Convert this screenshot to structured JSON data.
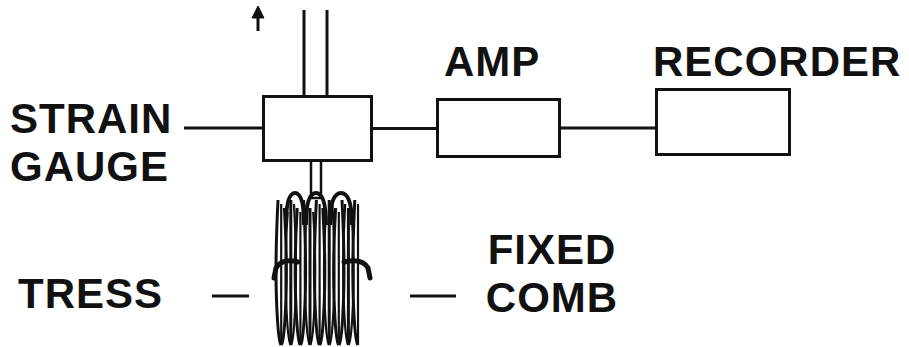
{
  "diagram": {
    "nodes": [
      {
        "text": [
          "STRAIN GAUGE"
        ]
      },
      {
        "text": [
          "AMP"
        ]
      },
      {
        "text": [
          "RECORDER"
        ]
      }
    ],
    "edges": [
      {
        "from": 0,
        "to": 1,
        "arrow": "none"
      },
      {
        "from": 1,
        "to": 2,
        "arrow": "none"
      }
    ],
    "labels": [
      "TRESS",
      "FIXED COMB"
    ]
  }
}
